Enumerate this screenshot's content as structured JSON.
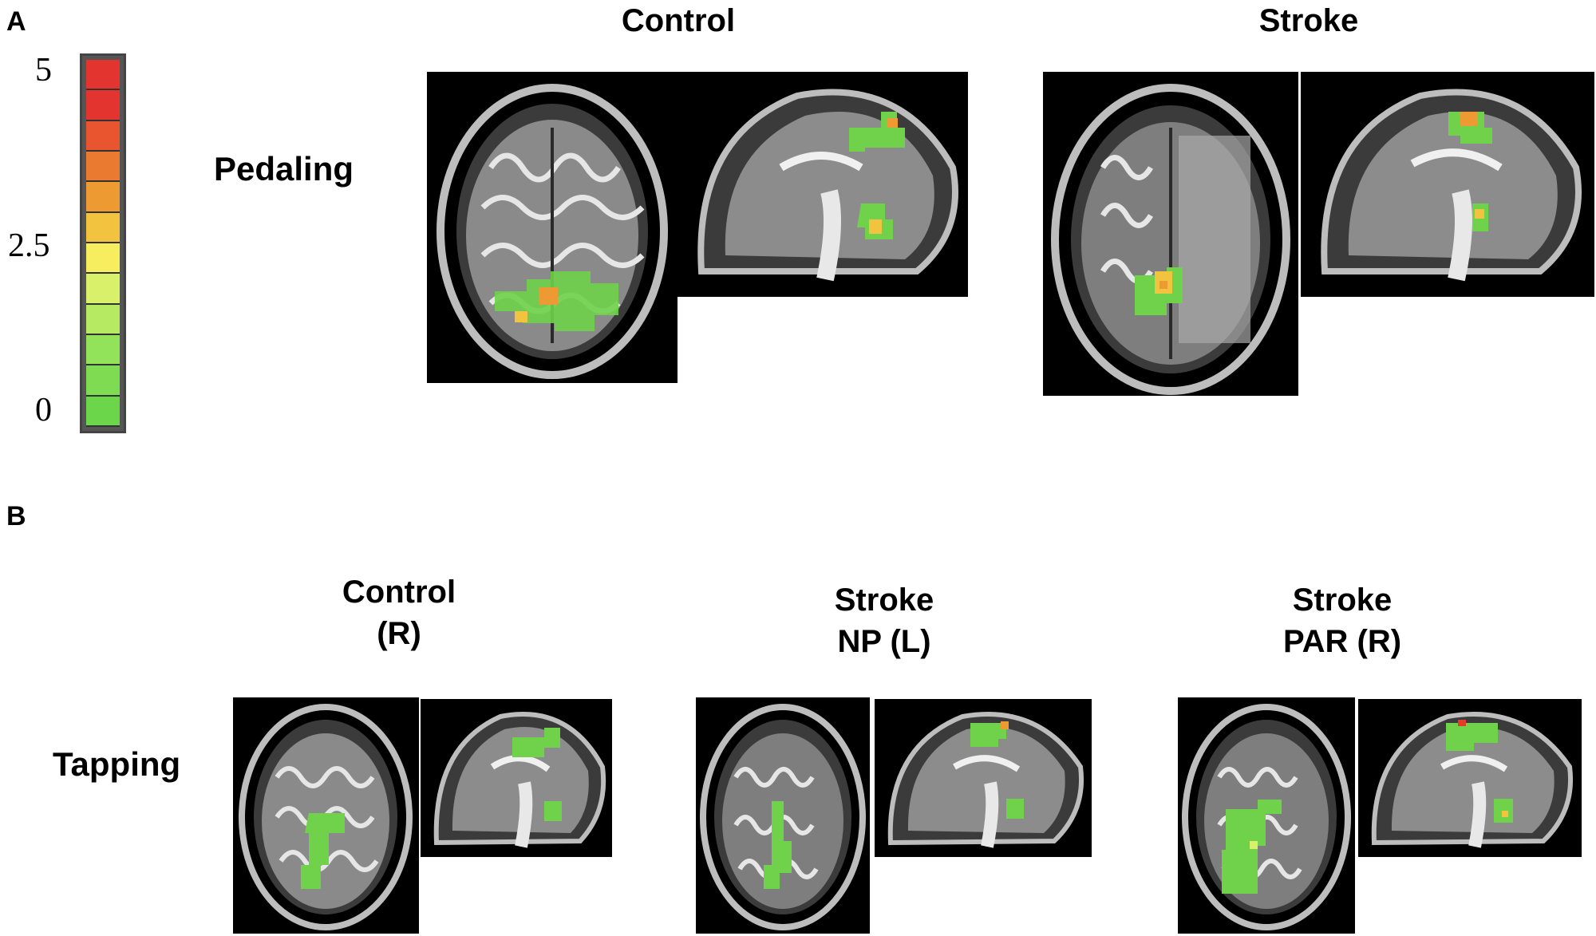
{
  "panel_a": {
    "letter": "A",
    "colorbar": {
      "ticks": [
        "5",
        "2.5",
        "0"
      ],
      "colors": [
        "#e3342f",
        "#e3342f",
        "#e8552e",
        "#ea7a2f",
        "#ed9a33",
        "#f2c33f",
        "#f6ee5e",
        "#d9f06a",
        "#b7ea63",
        "#93e35a",
        "#7fdc52",
        "#6cd64b"
      ]
    },
    "col_headers": {
      "control": "Control",
      "stroke": "Stroke"
    },
    "row_label": "Pedaling"
  },
  "panel_b": {
    "letter": "B",
    "col_headers": {
      "control": [
        "Control",
        "(R)"
      ],
      "stroke_np": [
        "Stroke",
        "NP (L)"
      ],
      "stroke_par": [
        "Stroke",
        "PAR (R)"
      ]
    },
    "row_label": "Tapping"
  },
  "colors": {
    "activation_low": "#6fd24a",
    "activation_mid": "#f2d23a",
    "activation_high": "#e33a2a"
  }
}
